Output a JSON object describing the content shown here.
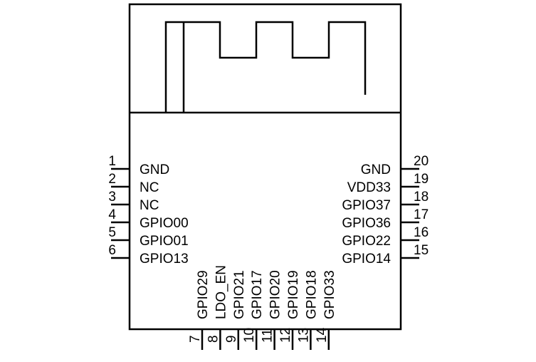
{
  "left_pins": [
    {
      "num": "1",
      "name": "GND"
    },
    {
      "num": "2",
      "name": "NC"
    },
    {
      "num": "3",
      "name": "NC"
    },
    {
      "num": "4",
      "name": "GPIO00"
    },
    {
      "num": "5",
      "name": "GPIO01"
    },
    {
      "num": "6",
      "name": "GPIO13"
    }
  ],
  "right_pins": [
    {
      "num": "20",
      "name": "GND"
    },
    {
      "num": "19",
      "name": "VDD33"
    },
    {
      "num": "18",
      "name": "GPIO37"
    },
    {
      "num": "17",
      "name": "GPIO36"
    },
    {
      "num": "16",
      "name": "GPIO22"
    },
    {
      "num": "15",
      "name": "GPIO14"
    }
  ],
  "bottom_pins": [
    {
      "num": "7",
      "name": "GPIO29"
    },
    {
      "num": "8",
      "name": "LDO_EN"
    },
    {
      "num": "9",
      "name": "GPIO21"
    },
    {
      "num": "10",
      "name": "GPIO17"
    },
    {
      "num": "11",
      "name": "GPIO20"
    },
    {
      "num": "12",
      "name": "GPIO19"
    },
    {
      "num": "13",
      "name": "GPIO18"
    },
    {
      "num": "14",
      "name": "GPIO33"
    }
  ]
}
